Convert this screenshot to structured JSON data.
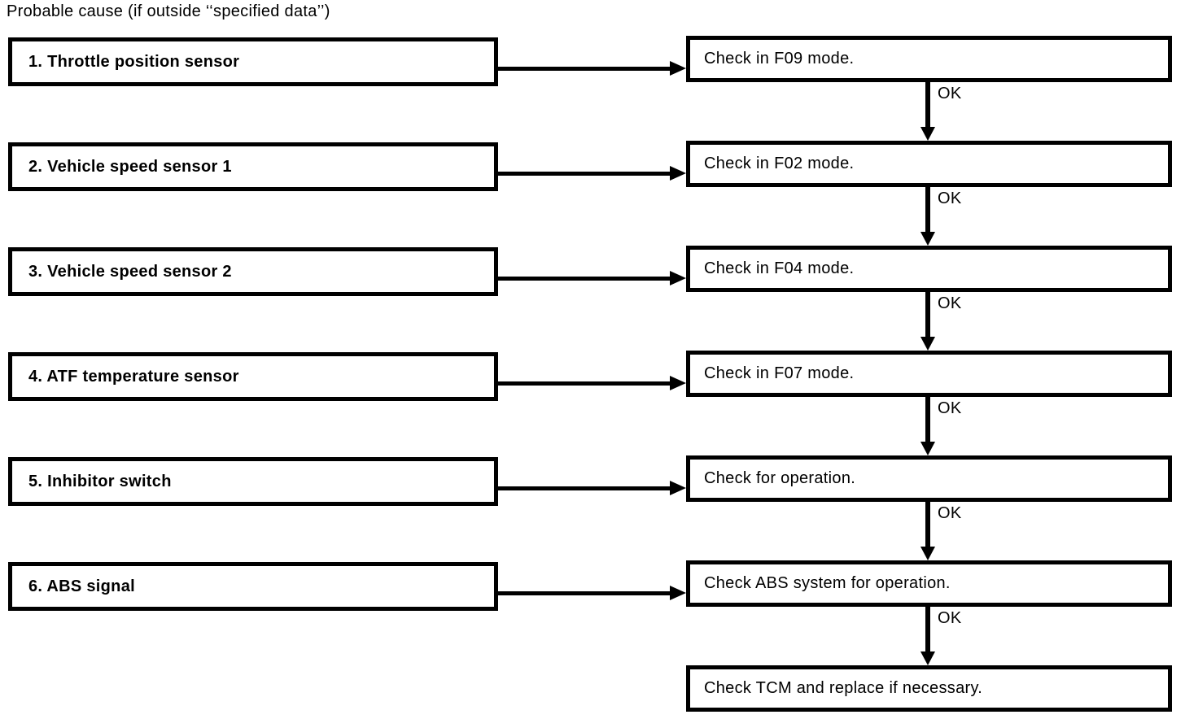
{
  "title": "Probable cause (if outside ‘‘specified data’’)",
  "ok_label": "OK",
  "colors": {
    "ink": "#000000",
    "paper": "#ffffff"
  },
  "steps": [
    {
      "cause": "1. Throttle position sensor",
      "check": "Check in F09 mode."
    },
    {
      "cause": "2. Vehicle speed sensor 1",
      "check": "Check in F02 mode."
    },
    {
      "cause": "3. Vehicle speed sensor 2",
      "check": "Check in F04 mode."
    },
    {
      "cause": "4. ATF temperature sensor",
      "check": "Check in F07 mode."
    },
    {
      "cause": "5. Inhibitor switch",
      "check": "Check for operation."
    },
    {
      "cause": "6. ABS signal",
      "check": "Check ABS system for operation."
    }
  ],
  "final_step": {
    "check": "Check TCM and replace if necessary."
  }
}
